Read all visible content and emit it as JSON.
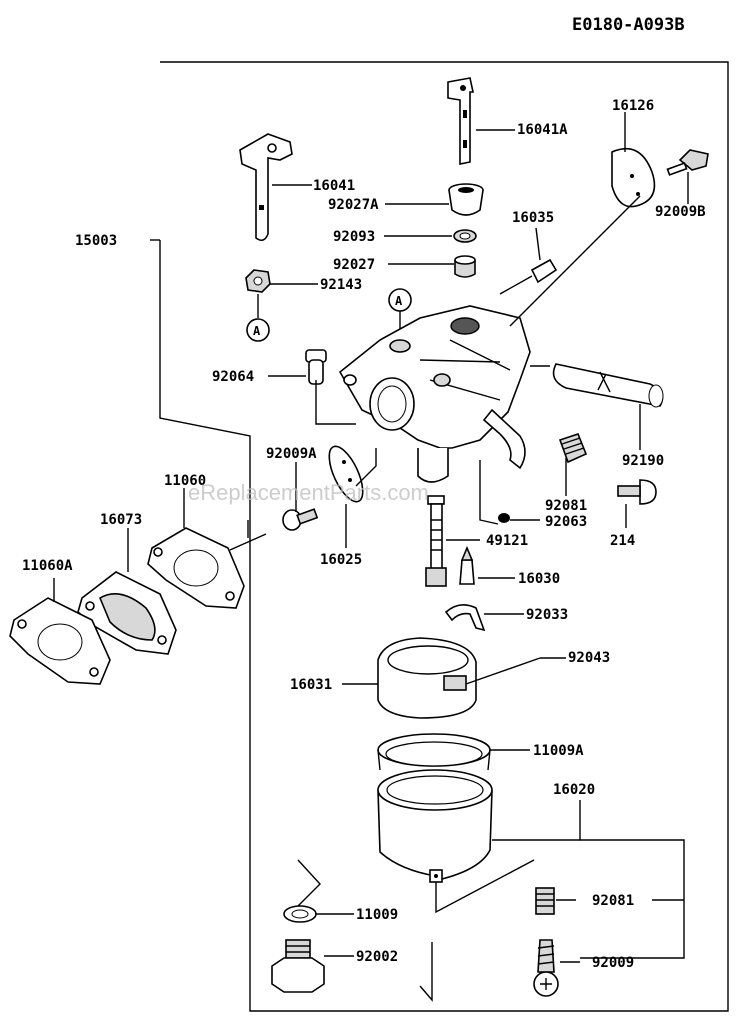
{
  "diagram_id": "E0180-A093B",
  "watermark": "eReplacementParts.com",
  "circle_marker": "A",
  "parts": [
    {
      "id": "p16041A",
      "label": "16041A"
    },
    {
      "id": "p16126",
      "label": "16126"
    },
    {
      "id": "p16041",
      "label": "16041"
    },
    {
      "id": "p92027A",
      "label": "92027A"
    },
    {
      "id": "p92009B",
      "label": "92009B"
    },
    {
      "id": "p15003",
      "label": "15003"
    },
    {
      "id": "p16035",
      "label": "16035"
    },
    {
      "id": "p92093",
      "label": "92093"
    },
    {
      "id": "p92027",
      "label": "92027"
    },
    {
      "id": "p92143",
      "label": "92143"
    },
    {
      "id": "p92064",
      "label": "92064"
    },
    {
      "id": "p92009A",
      "label": "92009A"
    },
    {
      "id": "p92190",
      "label": "92190"
    },
    {
      "id": "p11060",
      "label": "11060"
    },
    {
      "id": "p16073",
      "label": "16073"
    },
    {
      "id": "p92081a",
      "label": "92081"
    },
    {
      "id": "p92063",
      "label": "92063"
    },
    {
      "id": "p11060A",
      "label": "11060A"
    },
    {
      "id": "p16025",
      "label": "16025"
    },
    {
      "id": "p49121",
      "label": "49121"
    },
    {
      "id": "p214",
      "label": "214"
    },
    {
      "id": "p16030",
      "label": "16030"
    },
    {
      "id": "p92033",
      "label": "92033"
    },
    {
      "id": "p92043",
      "label": "92043"
    },
    {
      "id": "p16031",
      "label": "16031"
    },
    {
      "id": "p11009A",
      "label": "11009A"
    },
    {
      "id": "p16020",
      "label": "16020"
    },
    {
      "id": "p11009",
      "label": "11009"
    },
    {
      "id": "p92081b",
      "label": "92081"
    },
    {
      "id": "p92002",
      "label": "92002"
    },
    {
      "id": "p92009",
      "label": "92009"
    }
  ]
}
